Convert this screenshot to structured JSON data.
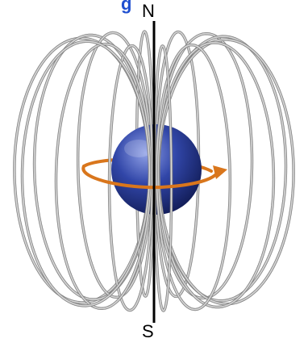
{
  "top_fragment": "g",
  "labels": {
    "north": "N",
    "south": "S"
  },
  "colors": {
    "loop": "#b4b4b4",
    "loop_highlight": "#e4e4e4",
    "loop_shadow": "#7a7a7a",
    "sphere_light": "#8fa0e6",
    "sphere_mid": "#3146a8",
    "sphere_dark": "#101a52",
    "rotation_arrow": "#d9761c",
    "axis": "#000000",
    "top_text": "#1f4fd0"
  },
  "icons": {
    "rotation": "rotation-arrow-icon"
  }
}
